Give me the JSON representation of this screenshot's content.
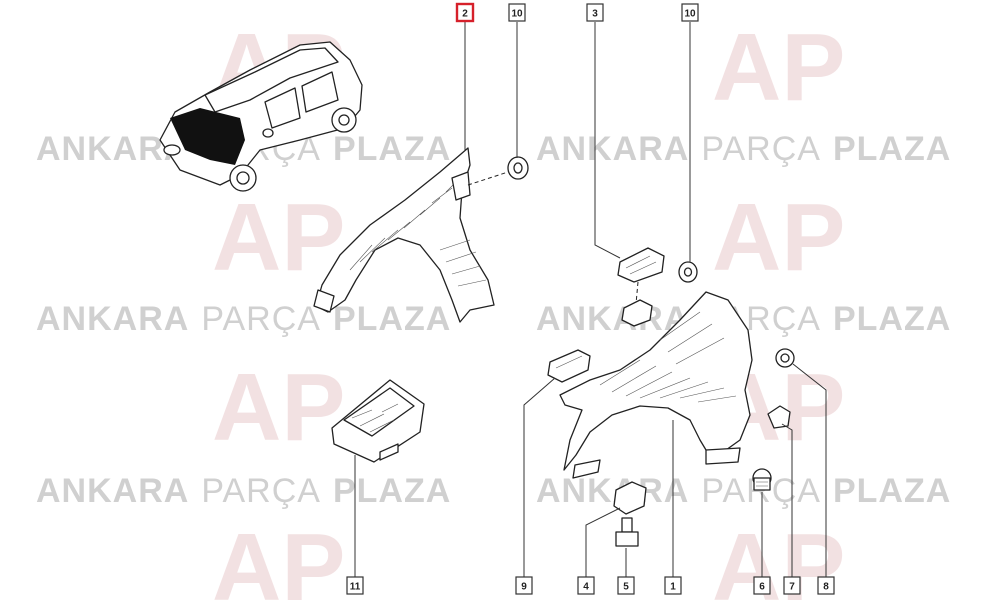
{
  "watermark": {
    "word1": "ANKARA",
    "word2": "PARÇA",
    "word3": "PLAZA",
    "logo_letters": "AP"
  },
  "callouts": [
    {
      "number": "2",
      "highlighted": true
    },
    {
      "number": "10",
      "highlighted": false
    },
    {
      "number": "3",
      "highlighted": false
    },
    {
      "number": "10",
      "highlighted": false
    },
    {
      "number": "11",
      "highlighted": false
    },
    {
      "number": "9",
      "highlighted": false
    },
    {
      "number": "4",
      "highlighted": false
    },
    {
      "number": "5",
      "highlighted": false
    },
    {
      "number": "1",
      "highlighted": false
    },
    {
      "number": "6",
      "highlighted": false
    },
    {
      "number": "7",
      "highlighted": false
    },
    {
      "number": "8",
      "highlighted": false
    }
  ],
  "colors": {
    "highlight": "#d6202a",
    "line": "#222222",
    "watermark": "#d0d0d0"
  }
}
